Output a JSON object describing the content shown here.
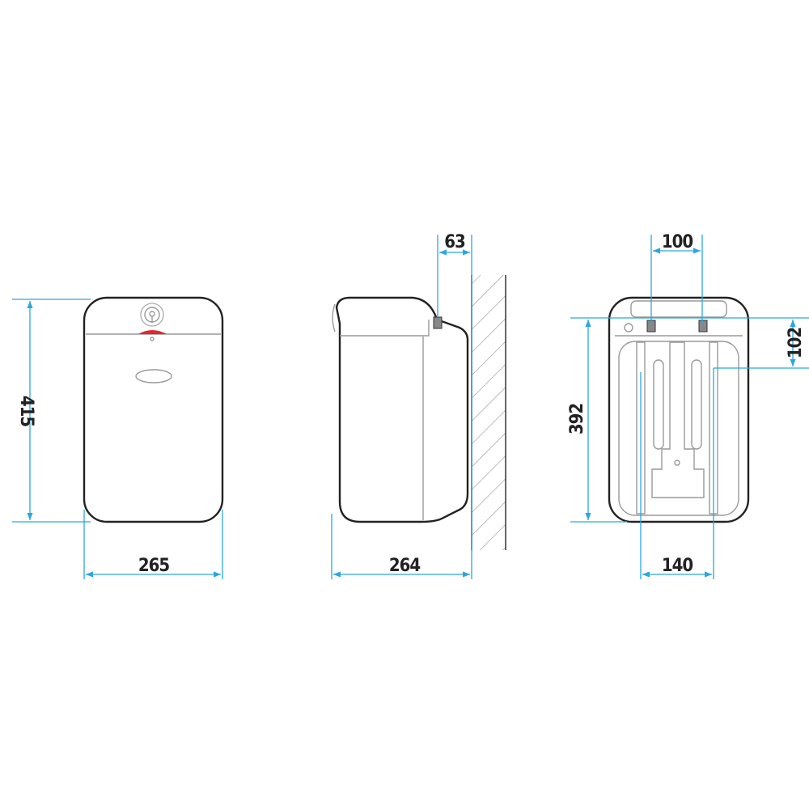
{
  "title": "Water heater dimension drawing",
  "dimensions": {
    "front_height": "415",
    "front_width": "265",
    "side_wall_offset": "63",
    "side_depth": "264",
    "back_pipe_spacing": "100",
    "back_pipe_height": "102",
    "back_mount_height": "392",
    "back_mount_width": "140"
  },
  "colors": {
    "dimension_line": "#2aa7df",
    "indicator": "#e5262b",
    "outline": "#222222"
  }
}
